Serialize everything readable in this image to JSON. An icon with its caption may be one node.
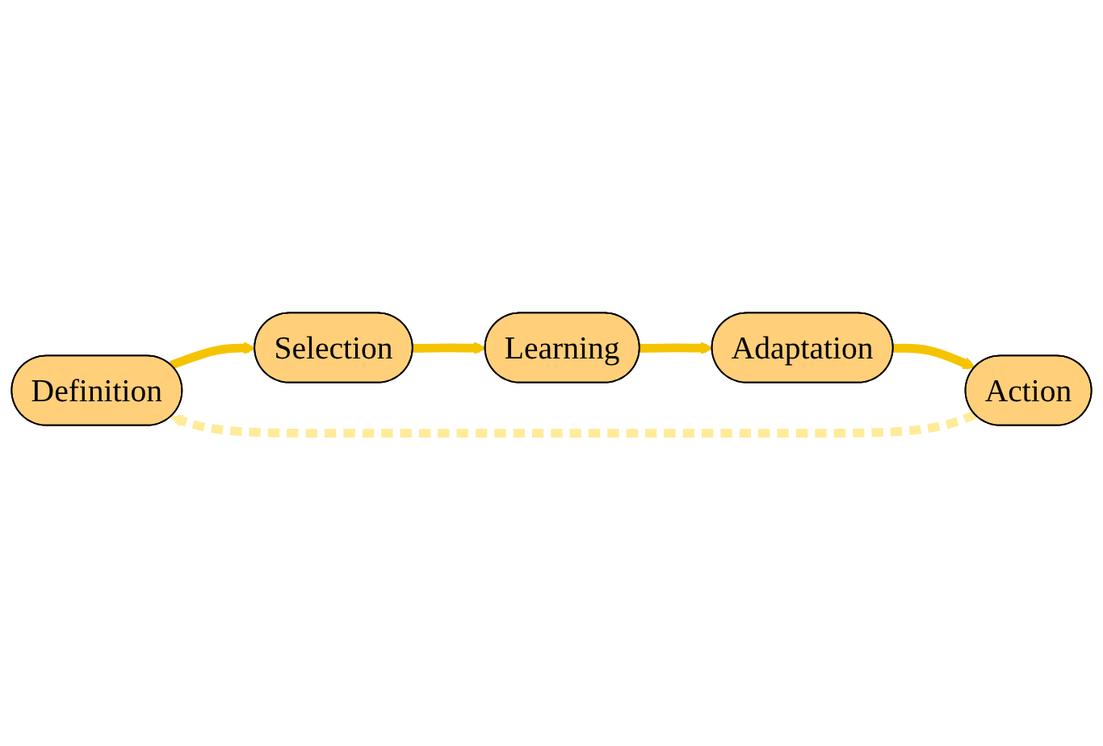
{
  "diagram": {
    "nodes": [
      {
        "text": [
          "Definition"
        ]
      },
      {
        "text": [
          "Selection"
        ]
      },
      {
        "text": [
          "Learning"
        ]
      },
      {
        "text": [
          "Adaptation"
        ]
      },
      {
        "text": [
          "Action"
        ]
      }
    ],
    "edges": [
      {
        "from": 0,
        "to": 1,
        "arrow": "to"
      },
      {
        "from": 1,
        "to": 2,
        "arrow": "to"
      },
      {
        "from": 2,
        "to": 3,
        "arrow": "to"
      },
      {
        "from": 3,
        "to": 4,
        "arrow": "to"
      },
      {
        "from": 4,
        "to": 0,
        "arrow": "to",
        "style": "dashed",
        "color": "#ffeb99"
      }
    ]
  }
}
